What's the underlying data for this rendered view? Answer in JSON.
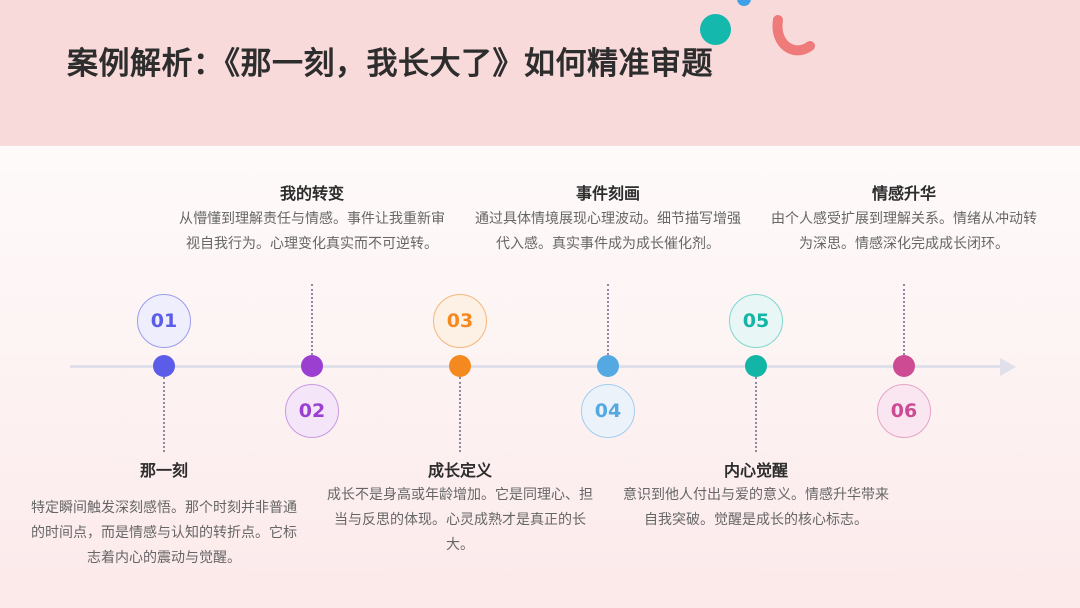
{
  "header": {
    "title": "案例解析：《那一刻，我长大了》如何精准审题"
  },
  "decorations": [
    "blue-dot",
    "teal-circle",
    "coral-arc"
  ],
  "timeline": {
    "items": [
      {
        "number": "01",
        "heading": "那一刻",
        "description": "特定瞬间触发深刻感悟。那个时刻并非普通的时间点，而是情感与认知的转折点。它标志着内心的震动与觉醒。",
        "color": "#5b5ce8",
        "position": "below"
      },
      {
        "number": "02",
        "heading": "我的转变",
        "description": "从懵懂到理解责任与情感。事件让我重新审视自我行为。心理变化真实而不可逆转。",
        "color": "#9b3fd1",
        "position": "above"
      },
      {
        "number": "03",
        "heading": "成长定义",
        "description": "成长不是身高或年龄增加。它是同理心、担当与反思的体现。心灵成熟才是真正的长大。",
        "color": "#f48a1f",
        "position": "below"
      },
      {
        "number": "04",
        "heading": "事件刻画",
        "description": "通过具体情境展现心理波动。细节描写增强代入感。真实事件成为成长催化剂。",
        "color": "#55a9e2",
        "position": "above"
      },
      {
        "number": "05",
        "heading": "内心觉醒",
        "description": "意识到他人付出与爱的意义。情感升华带来自我突破。觉醒是成长的核心标志。",
        "color": "#13b5a6",
        "position": "below"
      },
      {
        "number": "06",
        "heading": "情感升华",
        "description": "由个人感受扩展到理解关系。情绪从冲动转为深思。情感深化完成成长闭环。",
        "color": "#cc4b93",
        "position": "above"
      }
    ]
  }
}
